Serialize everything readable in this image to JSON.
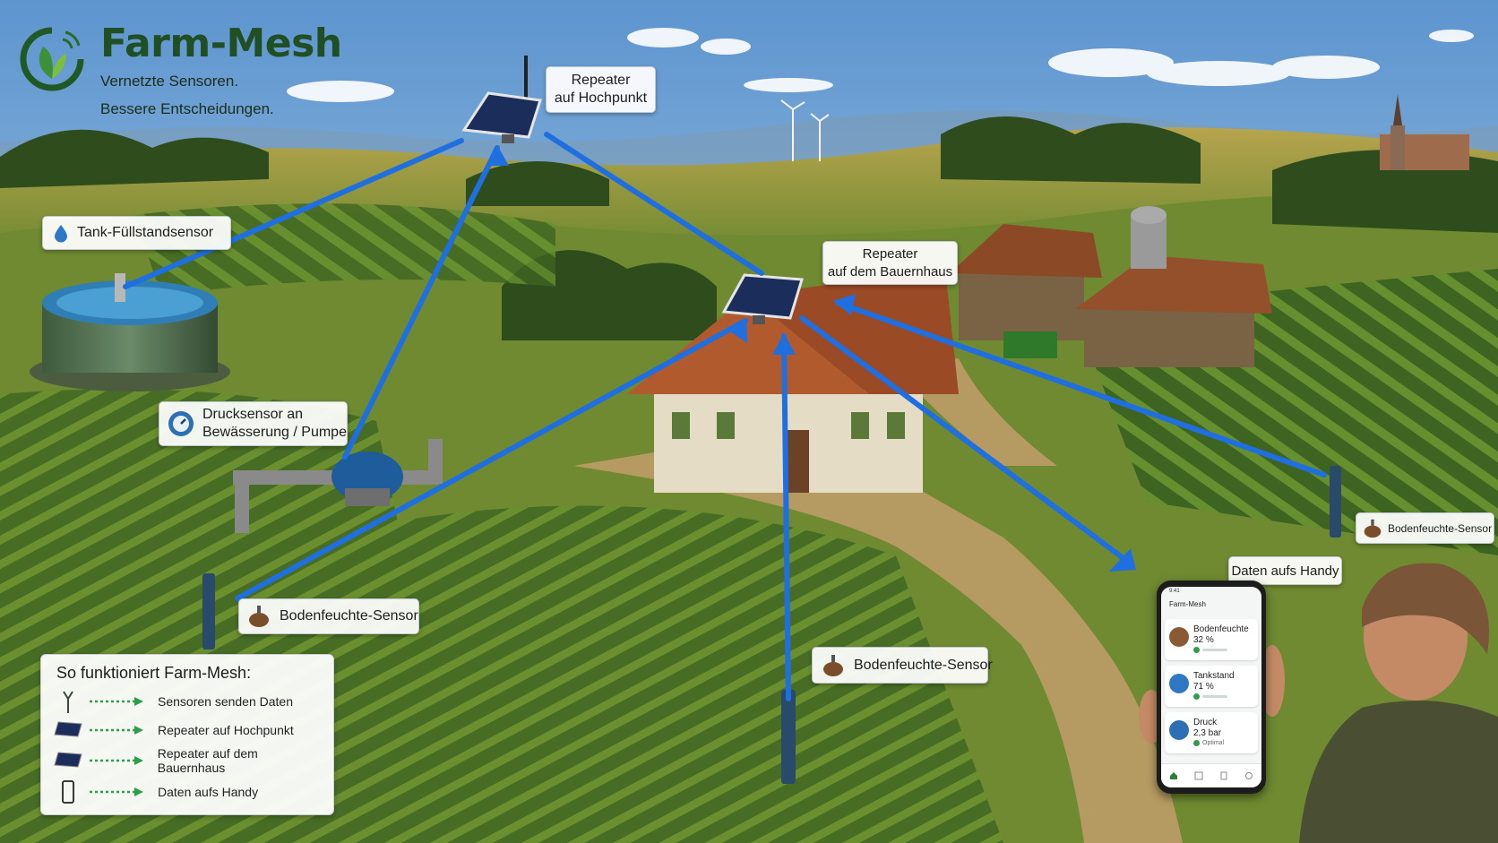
{
  "brand": {
    "title": "Farm-Mesh",
    "tagline_line1": "Vernetzte Sensoren.",
    "tagline_line2": "Bessere Entscheidungen."
  },
  "labels": {
    "repeater_hill_line1": "Repeater",
    "repeater_hill_line2": "auf Hochpunkt",
    "repeater_house_line1": "Repeater",
    "repeater_house_line2": "auf dem Bauernhaus",
    "tank_sensor": "Tank-Füllstandsensor",
    "pressure_sensor_line1": "Drucksensor an",
    "pressure_sensor_line2": "Bewässerung / Pumpe",
    "soil_sensor_left": "Bodenfeuchte-Sensor",
    "soil_sensor_middle": "Bodenfeuchte-Sensor",
    "soil_sensor_right": "Bodenfeuchte-Sensor",
    "phone_data": "Daten aufs Handy"
  },
  "legend": {
    "title": "So funktioniert Farm-Mesh:",
    "items": [
      {
        "icon": "sensor-probe-icon",
        "text": "Sensoren senden Daten"
      },
      {
        "icon": "solar-repeater-icon",
        "text": "Repeater auf Hochpunkt"
      },
      {
        "icon": "solar-repeater-icon",
        "text": "Repeater auf dem Bauernhaus"
      },
      {
        "icon": "smartphone-icon",
        "text": "Daten aufs Handy"
      }
    ]
  },
  "phone": {
    "time": "9:41",
    "app_title": "Farm-Mesh",
    "cards": [
      {
        "name": "Bodenfeuchte",
        "value": "32 %",
        "status": "",
        "icon": "soil-icon"
      },
      {
        "name": "Tankstand",
        "value": "71 %",
        "status": "",
        "icon": "water-drop-icon"
      },
      {
        "name": "Druck",
        "value": "2,3 bar",
        "status": "Optimal",
        "icon": "gauge-icon"
      }
    ]
  },
  "colors": {
    "link_arrow": "#1f6fe0",
    "brand_green": "#1f4f22",
    "sky": "#8fb8d8",
    "field_green": "#4f7a2a",
    "status_ok": "#2e9e4b",
    "legend_arrow": "#2e9e4b"
  }
}
